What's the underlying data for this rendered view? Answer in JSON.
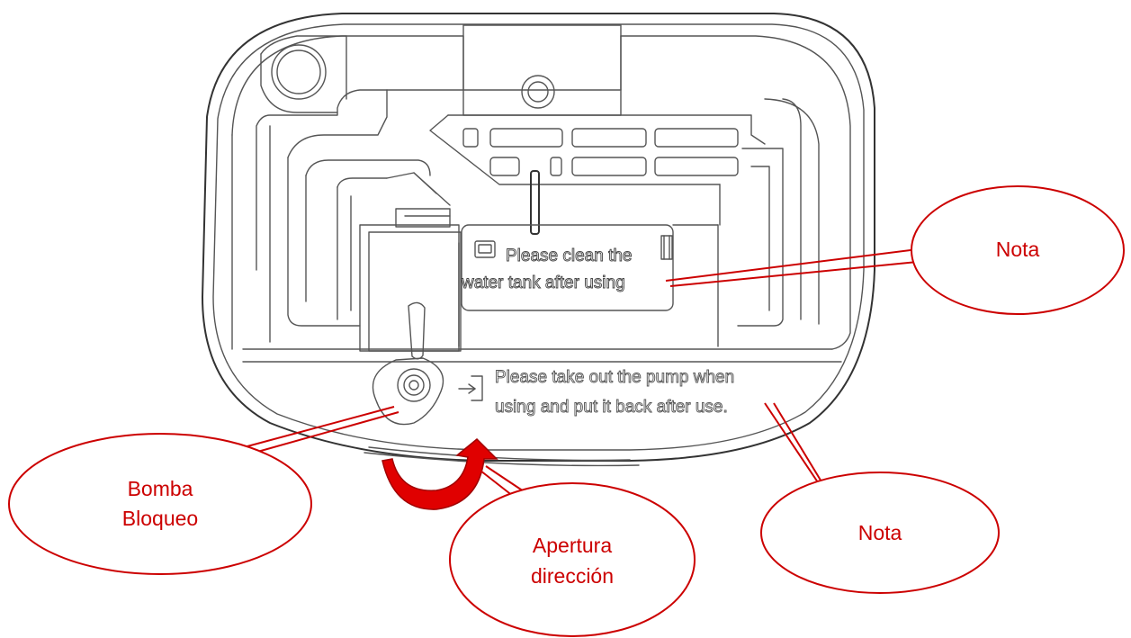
{
  "labels": {
    "tank_note_line1": "Please clean the",
    "tank_note_line2": "water tank after using",
    "pump_note_line1": "Please take out the pump when",
    "pump_note_line2": "using and put it back after use."
  },
  "callouts": {
    "nota_top": "Nota",
    "bomba_line1": "Bomba",
    "bomba_line2": "Bloqueo",
    "apertura_line1": "Apertura",
    "apertura_line2": "dirección",
    "nota_bottom": "Nota"
  },
  "colors": {
    "callout": "#cc0000",
    "arrow": "#e00000",
    "outline": "#333333"
  },
  "icons": {
    "tank_icon": "water-tank-icon",
    "pump_icon": "pump-icon",
    "arrow_icon": "rotation-arrow-icon"
  }
}
